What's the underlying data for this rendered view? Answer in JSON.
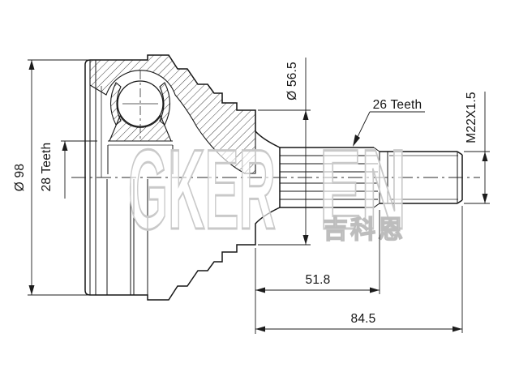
{
  "drawing": {
    "type": "technical-drawing",
    "subject": "CV joint outer race with splined shaft, half-section side view",
    "background_color": "#ffffff",
    "line_color": "#161616",
    "watermark_color": "#c9c9c9"
  },
  "watermark": {
    "brand_left": "GKER",
    "brand_right": "EN",
    "brand_cjk": "吉科恩"
  },
  "dimensions": {
    "outer_diameter": "Ø 98",
    "hub_spline_teeth": "28 Teeth",
    "boot_seat_diameter": "Ø 56.5",
    "shaft_spline_teeth": "26 Teeth",
    "thread_spec": "M22X1.5",
    "spline_length": "51.8",
    "overall_shaft_length": "84.5"
  }
}
